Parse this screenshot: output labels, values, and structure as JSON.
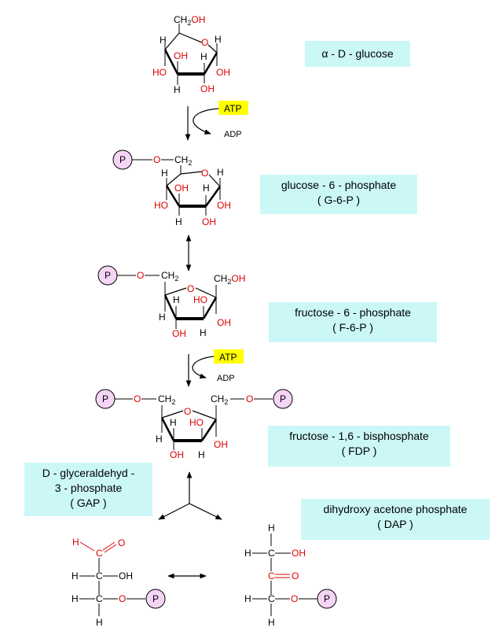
{
  "labels": {
    "alpha_glucose": "α - D - glucose",
    "g6p_line1": "glucose - 6 - phosphate",
    "g6p_line2": "( G-6-P )",
    "f6p_line1": "fructose - 6 - phosphate",
    "f6p_line2": "( F-6-P )",
    "fdp_line1": "fructose - 1,6 - bisphosphate",
    "fdp_line2": "( FDP )",
    "gap_line1": "D - glyceraldehyd -",
    "gap_line2": "3 - phosphate",
    "gap_line3": "( GAP )",
    "dap_line1": "dihydroxy acetone phosphate",
    "dap_line2": "( DAP )"
  },
  "cofactors": {
    "atp": "ATP",
    "adp": "ADP"
  },
  "atoms": {
    "phosphate": "P",
    "oxygen": "O",
    "hydroxyl": "OH",
    "hydrogen": "H",
    "hydroxyl_left": "HO",
    "carbon": "C",
    "ch2": "CH",
    "ch2_sub": "2",
    "ch2oh_prefix": "CH",
    "ch2oh_suffix": "OH"
  },
  "colors": {
    "label_bg": "#ccf7f7",
    "atp_bg": "#ffff00",
    "phosphate_fill": "#f5d5f5",
    "heteroatom": "#e00000",
    "bond": "#000000"
  }
}
